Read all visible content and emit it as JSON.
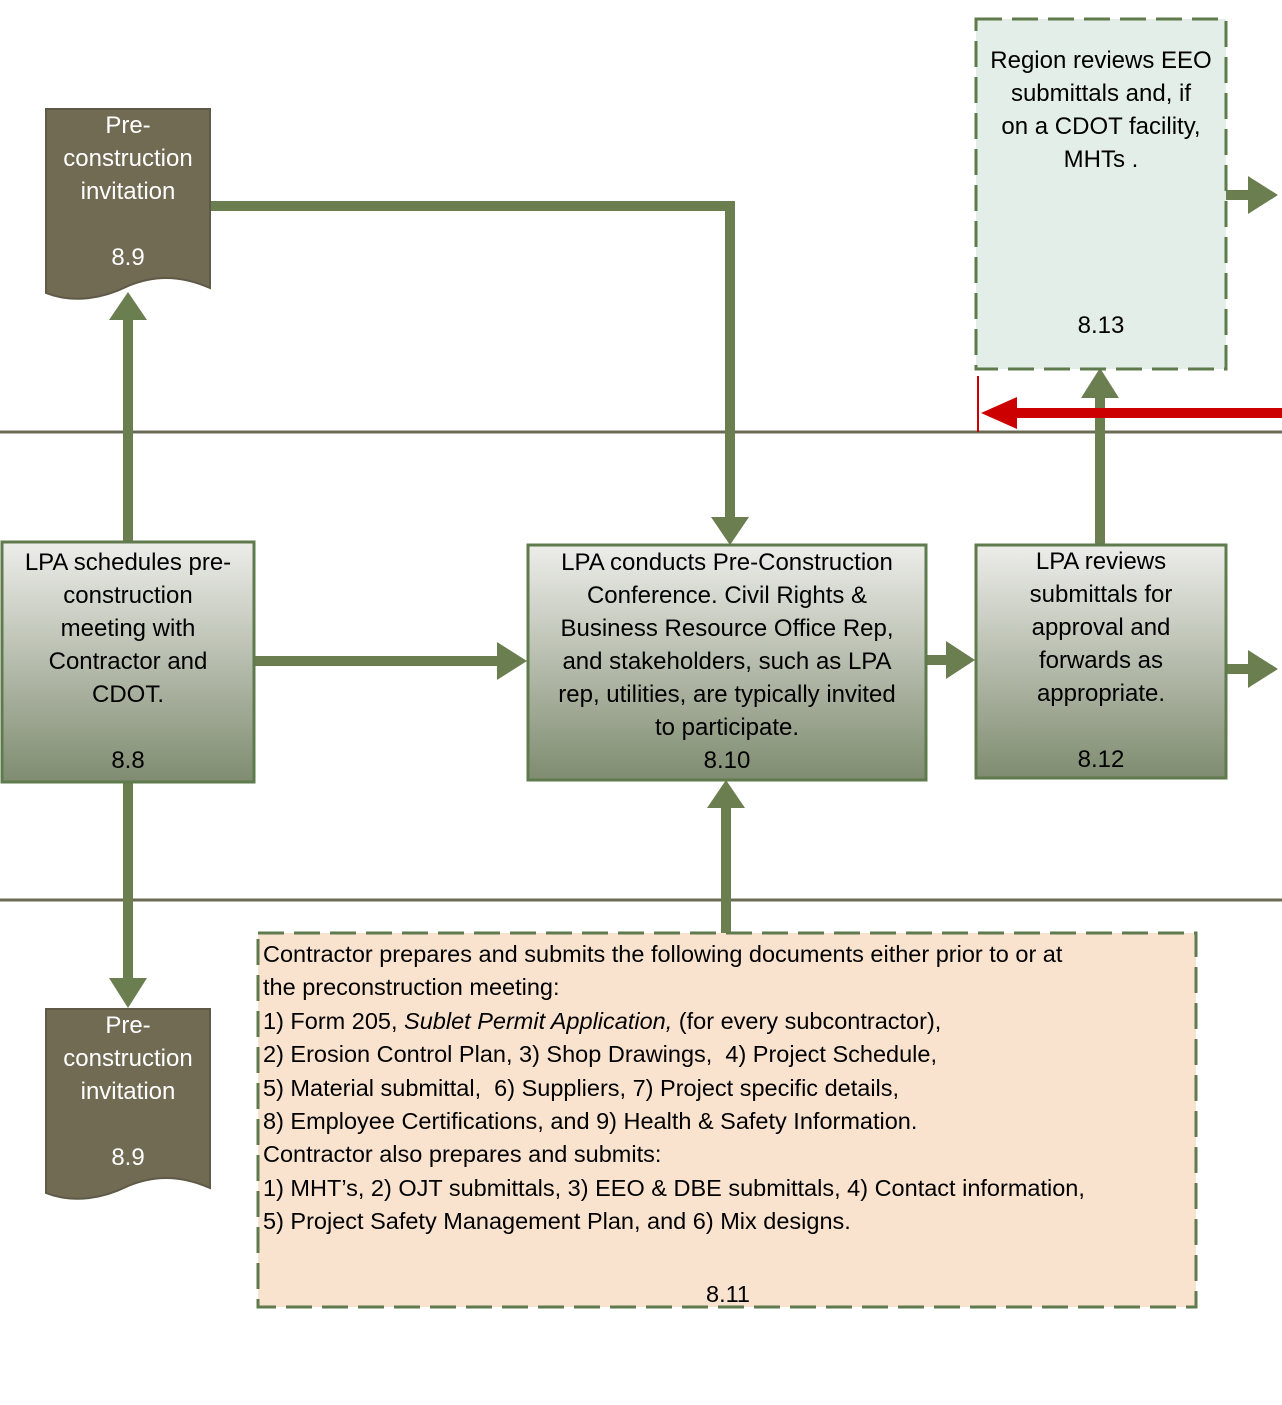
{
  "colors": {
    "lane_line": "#6b6b55",
    "arrow": "#6b7e50",
    "box_border": "#5f7a4c",
    "doc_fill": "#726b54",
    "process_gradient_top": "#ededea",
    "process_gradient_bottom": "#7f8c70",
    "cdot_fill": "#e2eee7",
    "contractor_fill": "#f9e3cf",
    "red_arrow": "#cc0000"
  },
  "nodes": {
    "n8_9_top": {
      "text": "Pre-\nconstruction\ninvitation",
      "number": "8.9",
      "shape": "document"
    },
    "n8_9_bottom": {
      "text": "Pre-\nconstruction\ninvitation",
      "number": "8.9",
      "shape": "document"
    },
    "n8_8": {
      "text": "LPA schedules pre-\nconstruction\nmeeting with\nContractor and\nCDOT.",
      "number": "8.8",
      "shape": "process"
    },
    "n8_10": {
      "text": "LPA conducts Pre-Construction\nConference. Civil Rights &\nBusiness Resource Office Rep,\nand stakeholders, such as LPA\nrep, utilities, are typically invited\nto participate.",
      "number": "8.10",
      "shape": "process"
    },
    "n8_12": {
      "text": "LPA reviews\nsubmittals for\napproval and\nforwards as\nappropriate.",
      "number": "8.12",
      "shape": "process"
    },
    "n8_13": {
      "text": "Region reviews EEO\nsubmittals and, if\non a CDOT facility,\nMHTs .",
      "number": "8.13",
      "shape": "dashed-process"
    },
    "n8_11": {
      "lines": [
        "Contractor prepares and submits the following documents either prior to or at",
        "the preconstruction  meeting:",
        "1) Form 205, ",
        "Sublet Permit Application,",
        " (for every subcontractor),",
        "2) Erosion Control Plan, 3) Shop Drawings,  4) Project Schedule,",
        "5) Material submittal,  6) Suppliers, 7) Project specific details,",
        "8) Employee Certifications, and 9) Health & Safety Information.",
        "Contractor also prepares and submits:",
        "1) MHT’s, 2) OJT submittals, 3) EEO & DBE submittals, 4) Contact information,",
        "5) Project Safety Management Plan, and 6) Mix designs."
      ],
      "number": "8.11",
      "shape": "dashed-process"
    }
  }
}
